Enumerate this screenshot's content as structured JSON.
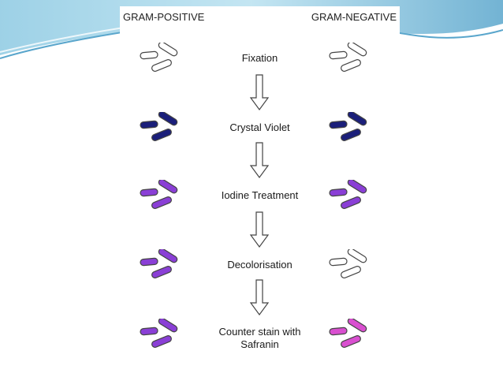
{
  "header": {
    "left": "GRAM-POSITIVE",
    "right": "GRAM-NEGATIVE"
  },
  "steps": [
    {
      "label": "Fixation",
      "label2": "",
      "positive_color": "#ffffff",
      "negative_color": "#ffffff"
    },
    {
      "label": "Crystal Violet",
      "label2": "",
      "positive_color": "#1b1f7a",
      "negative_color": "#1b1f7a"
    },
    {
      "label": "Iodine Treatment",
      "label2": "",
      "positive_color": "#8a3fd6",
      "negative_color": "#8a3fd6"
    },
    {
      "label": "Decolorisation",
      "label2": "",
      "positive_color": "#8a3fd6",
      "negative_color": "#ffffff"
    },
    {
      "label": "Counter stain with",
      "label2": "Safranin",
      "positive_color": "#8a3fd6",
      "negative_color": "#d94fd0"
    }
  ],
  "colors": {
    "slide_accent": "#5aa6cc",
    "slide_accent_light": "#b9e1f0",
    "outline": "#444444"
  }
}
